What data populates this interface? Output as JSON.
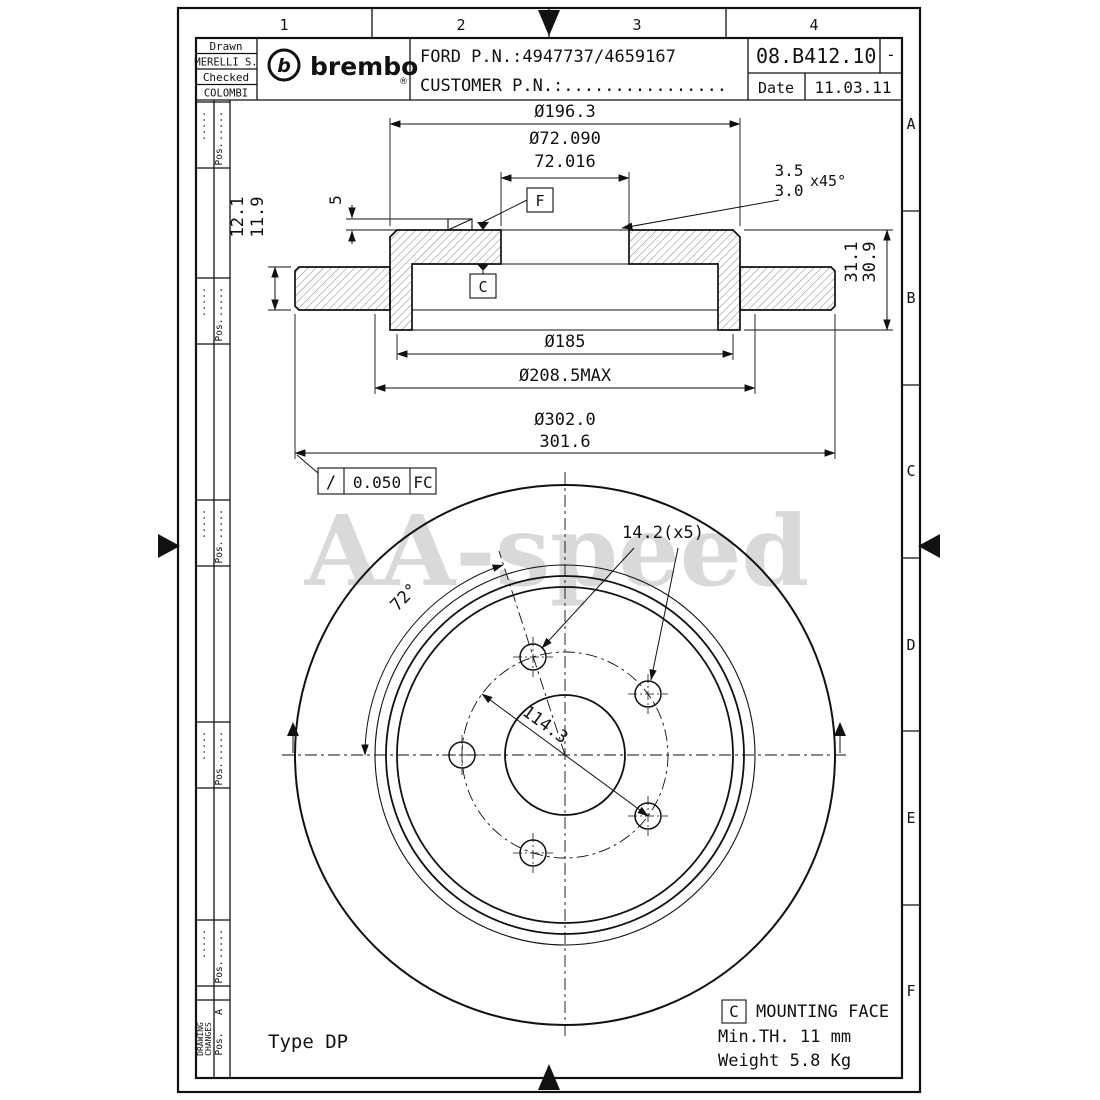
{
  "grid": {
    "cols": [
      "1",
      "2",
      "3",
      "4"
    ],
    "rows": [
      "A",
      "B",
      "C",
      "D",
      "E",
      "F"
    ]
  },
  "title_block": {
    "drawn_label": "Drawn",
    "drawn_name": "MERELLI S.",
    "checked_label": "Checked",
    "checked_name": "COLOMBI",
    "brand_initial": "b",
    "brand": "brembo",
    "brand_mark": "®",
    "ford_pn": "FORD P.N.:4947737/4659167",
    "customer_pn": "CUSTOMER P.N.:................",
    "drawing_number": "08.B412.10",
    "revision": "-",
    "date_label": "Date",
    "date_value": "11.03.11"
  },
  "revision_strip": {
    "dots": ".....",
    "pos_label": "Pos.",
    "drawing_word": "DRAWING",
    "changes_word": "CHANGES",
    "a_label": "A"
  },
  "section": {
    "dia_outer_hat": "Ø196.3",
    "bore_max": "Ø72.090",
    "bore_min": "72.016",
    "chamfer_max": "3.5",
    "chamfer_min": "3.0",
    "chamfer_angle": "x45°",
    "thickness_max": "12.1",
    "thickness_min": "11.9",
    "dim_five": "5",
    "datum_f": "F",
    "datum_c": "C",
    "height_max": "31.1",
    "height_min": "30.9",
    "dia_185": "Ø185",
    "dia_208": "Ø208.5MAX",
    "dia_302_max": "Ø302.0",
    "dia_302_min": "301.6",
    "gdt_symbol": "/",
    "gdt_value": "0.050",
    "gdt_datum": "FC"
  },
  "front": {
    "holes_dim": "14.2(x5)",
    "angle_dim": "72°",
    "bcd_dim": "114.3"
  },
  "notes": {
    "type_label": "Type DP",
    "mount_datum": "C",
    "mount_text": "MOUNTING FACE",
    "min_th_text": "Min.TH. 11  mm",
    "weight_text": "Weight  5.8 Kg"
  },
  "watermark": "AA-speed",
  "colors": {
    "line": "#111111",
    "watermark": "#d9d9d9",
    "paper": "#ffffff"
  }
}
